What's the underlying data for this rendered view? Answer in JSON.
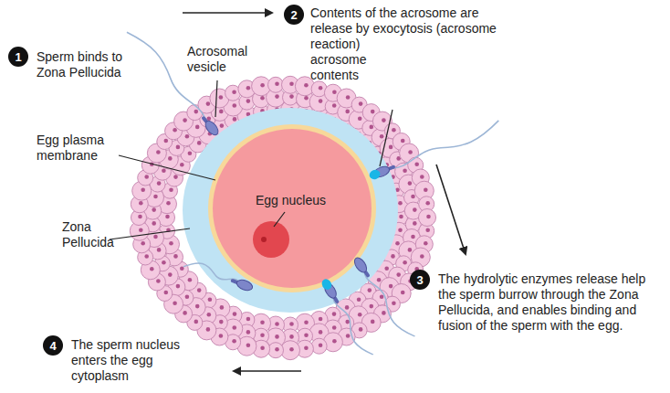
{
  "diagram": {
    "nodes": [
      {
        "text": [
          "1"
        ]
      },
      {
        "text": [
          "2"
        ]
      },
      {
        "text": [
          "3"
        ]
      },
      {
        "text": [
          "4"
        ]
      }
    ],
    "labels": [
      "Sperm binds to Zona Pellucida",
      "Contents of the acrosome are release by exocytosis (acrosome reaction)",
      "acrosome contents",
      "Acrosomal vesicle",
      "Egg plasma membrane",
      "Zona Pellucida",
      "Egg nucleus",
      "The hydrolytic enzymes release help the sperm burrow through the Zona Pellucida, and enables binding and fusion of the sperm with the egg.",
      "The sperm nucleus enters the egg cytoplasm"
    ]
  }
}
